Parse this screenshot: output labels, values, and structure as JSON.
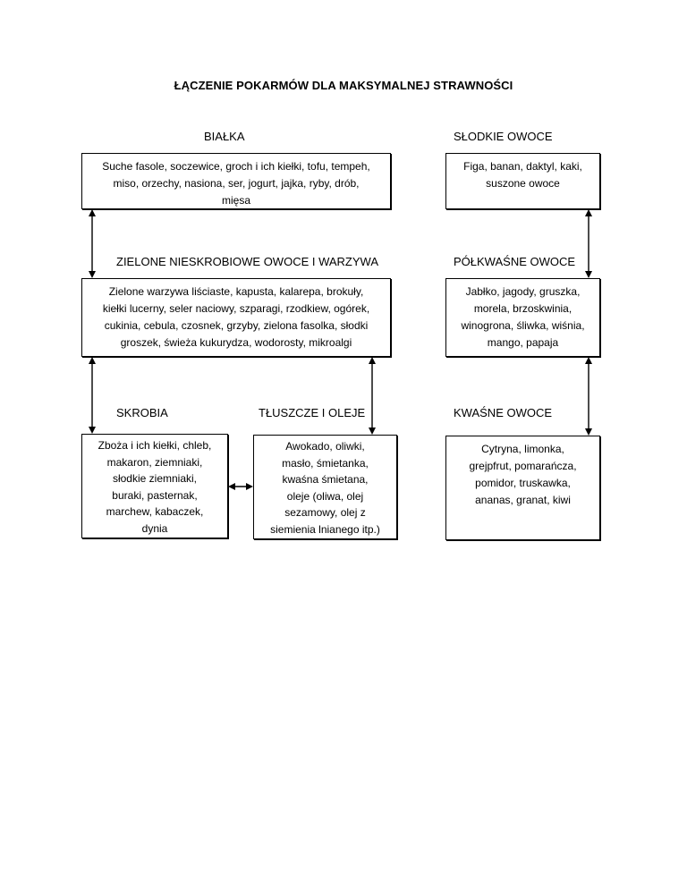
{
  "title": "ŁĄCZENIE POKARMÓW DLA MAKSYMALNEJ STRAWNOŚCI",
  "groups": {
    "bialka": {
      "heading": "BIAŁKA",
      "text": "Suche fasole, soczewice, groch i ich kiełki, tofu, tempeh,\nmiso, orzechy, nasiona, ser, jogurt, jajka, ryby, drób,\nmięsa"
    },
    "slodkie_owoce": {
      "heading": "SŁODKIE OWOCE",
      "text": "Figa, banan, daktyl, kaki,\nsuszone owoce"
    },
    "zielone": {
      "heading": "ZIELONE NIESKROBIOWE OWOCE I WARZYWA",
      "text": "Zielone warzywa liściaste, kapusta, kalarepa, brokuły,\nkiełki lucerny, seler naciowy, szparagi, rzodkiew, ogórek,\ncukinia, cebula, czosnek, grzyby, zielona fasolka, słodki\ngroszek, świeża kukurydza, wodorosty, mikroalgi"
    },
    "polkwasne_owoce": {
      "heading": "PÓŁKWAŚNE OWOCE",
      "text": "Jabłko, jagody, gruszka,\nmorela, brzoskwinia,\nwinogrona, śliwka, wiśnia,\nmango, papaja"
    },
    "skrobia": {
      "heading": "SKROBIA",
      "text": "Zboża i ich kiełki, chleb,\nmakaron, ziemniaki,\nsłodkie ziemniaki,\nburaki, pasternak,\nmarchew, kabaczek,\ndynia"
    },
    "tluszcze": {
      "heading": "TŁUSZCZE I OLEJE",
      "text": "Awokado, oliwki,\nmasło, śmietanka,\nkwaśna śmietana,\noleje (oliwa, olej\nsezamowy, olej z\nsiemienia lnianego itp.)"
    },
    "kwasne_owoce": {
      "heading": "KWAŚNE OWOCE",
      "text": "Cytryna, limonka,\ngrejpfrut, pomarańcza,\npomidor, truskawka,\nananas, granat, kiwi"
    }
  }
}
